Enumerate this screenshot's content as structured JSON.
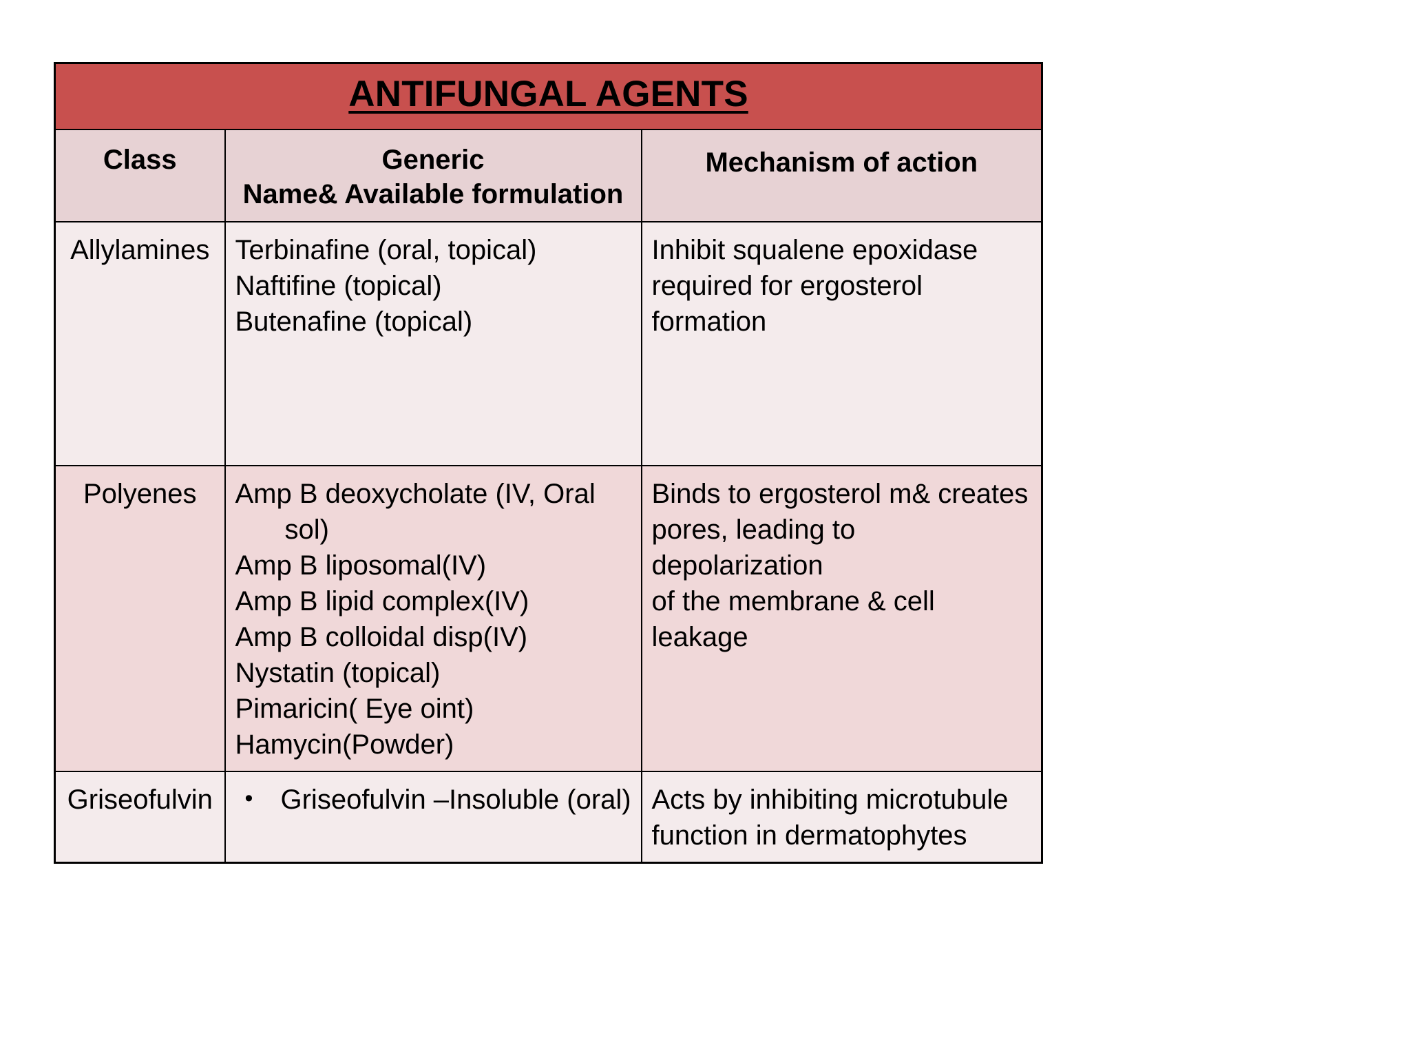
{
  "slide": {
    "title": "ANTIFUNGAL AGENTS",
    "accent_color": "#C8504E",
    "header_bg": "#E7D2D4",
    "row_light_bg": "#F4EBEC",
    "row_deep_bg": "#F0D8D9",
    "border_color": "#000000",
    "text_color": "#000000"
  },
  "table": {
    "columns": [
      {
        "key": "class",
        "label": "Class"
      },
      {
        "key": "generic",
        "label_line1": "Generic",
        "label_line2": "Name& Available formulation"
      },
      {
        "key": "moa",
        "label": "Mechanism of action"
      }
    ],
    "rows": [
      {
        "class": "Allylamines",
        "generic": [
          "Terbinafine (oral, topical)",
          "Naftifine (topical)",
          "Butenafine (topical)"
        ],
        "moa": [
          "Inhibit squalene epoxidase",
          "required for ergosterol",
          "formation"
        ]
      },
      {
        "class": "Polyenes",
        "generic": [
          "Amp B deoxycholate (IV, Oral sol)",
          "Amp B liposomal(IV)",
          "Amp B lipid complex(IV)",
          "Amp B  colloidal disp(IV)",
          "Nystatin (topical)",
          "Pimaricin( Eye oint)",
          "Hamycin(Powder)"
        ],
        "moa": [
          "Binds to ergosterol m& creates",
          "pores, leading to depolarization",
          "of the membrane & cell leakage"
        ]
      },
      {
        "class": "Griseofulvin",
        "generic_bulleted": [
          "Griseofulvin –Insoluble  (oral)"
        ],
        "moa": [
          "Acts by inhibiting microtubule",
          "function in dermatophytes"
        ]
      }
    ]
  }
}
